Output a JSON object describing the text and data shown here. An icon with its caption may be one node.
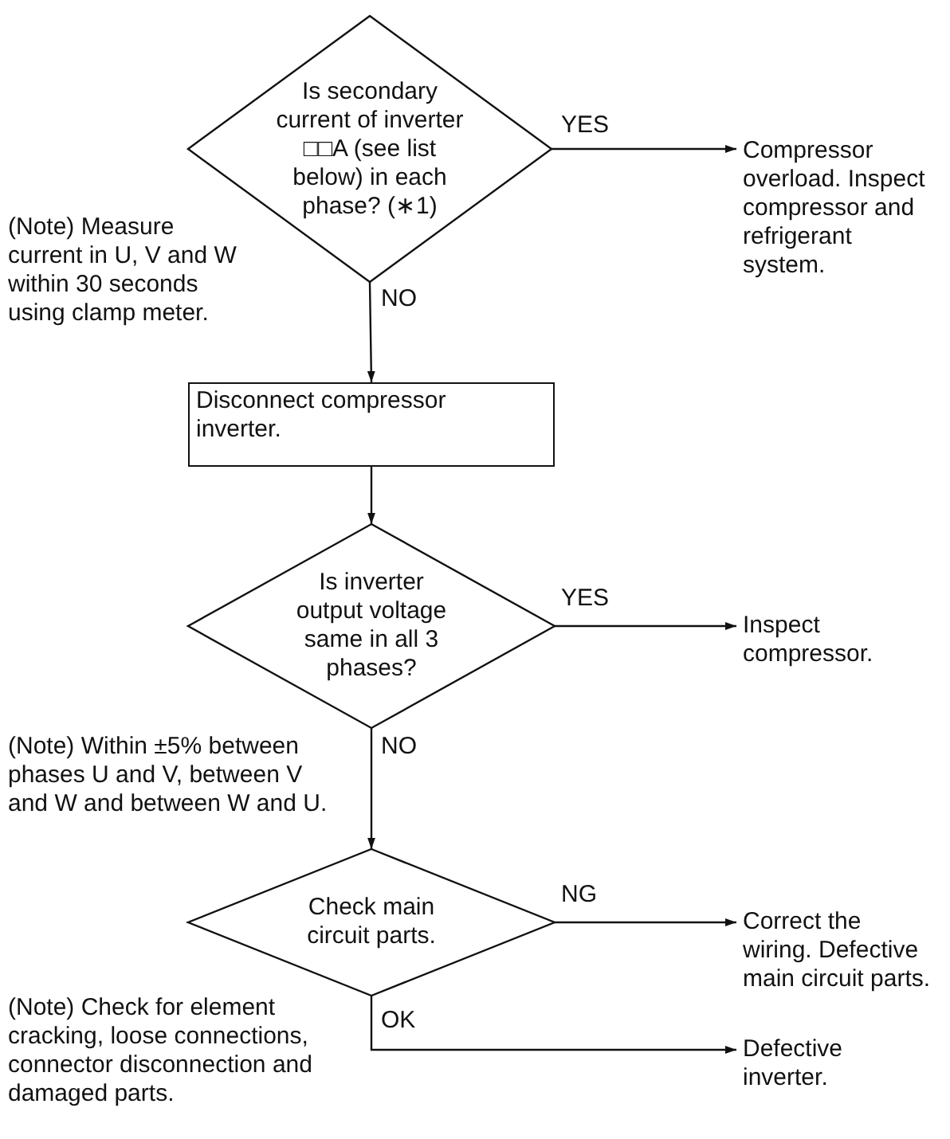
{
  "diagram": {
    "nodes": [
      {
        "text": [
          "Is secondary current of inverter □□A (see list below) in each phase? (∗1)"
        ]
      },
      {
        "text": [
          "Compressor overload. Inspect compressor and refrigerant system."
        ]
      },
      {
        "text": [
          "Disconnect compressor inverter."
        ]
      },
      {
        "text": [
          "Is inverter output voltage same in all 3 phases?"
        ]
      },
      {
        "text": [
          "Inspect compressor."
        ]
      },
      {
        "text": [
          "Check main circuit parts."
        ]
      },
      {
        "text": [
          "Correct the wiring. Defective main circuit parts."
        ]
      },
      {
        "text": [
          "Defective inverter."
        ]
      }
    ],
    "edges": [
      {
        "from": 0,
        "to": 1,
        "arrow": "to",
        "label": "YES"
      },
      {
        "from": 0,
        "to": 2,
        "arrow": "to",
        "label": "NO"
      },
      {
        "from": 2,
        "to": 3,
        "arrow": "to"
      },
      {
        "from": 3,
        "to": 4,
        "arrow": "to",
        "label": "YES"
      },
      {
        "from": 3,
        "to": 5,
        "arrow": "to",
        "label": "NO"
      },
      {
        "from": 5,
        "to": 6,
        "arrow": "to",
        "label": "NG"
      },
      {
        "from": 5,
        "to": 7,
        "arrow": "to",
        "label": "OK"
      }
    ],
    "labels": [
      "(Note) Measure current in U, V and W within 30 seconds using clamp meter.",
      "(Note) Within ±5% between phases U and V, between V and W and between W and U.",
      "(Note) Check for element cracking, loose connections, connector disconnection and damaged parts."
    ]
  }
}
